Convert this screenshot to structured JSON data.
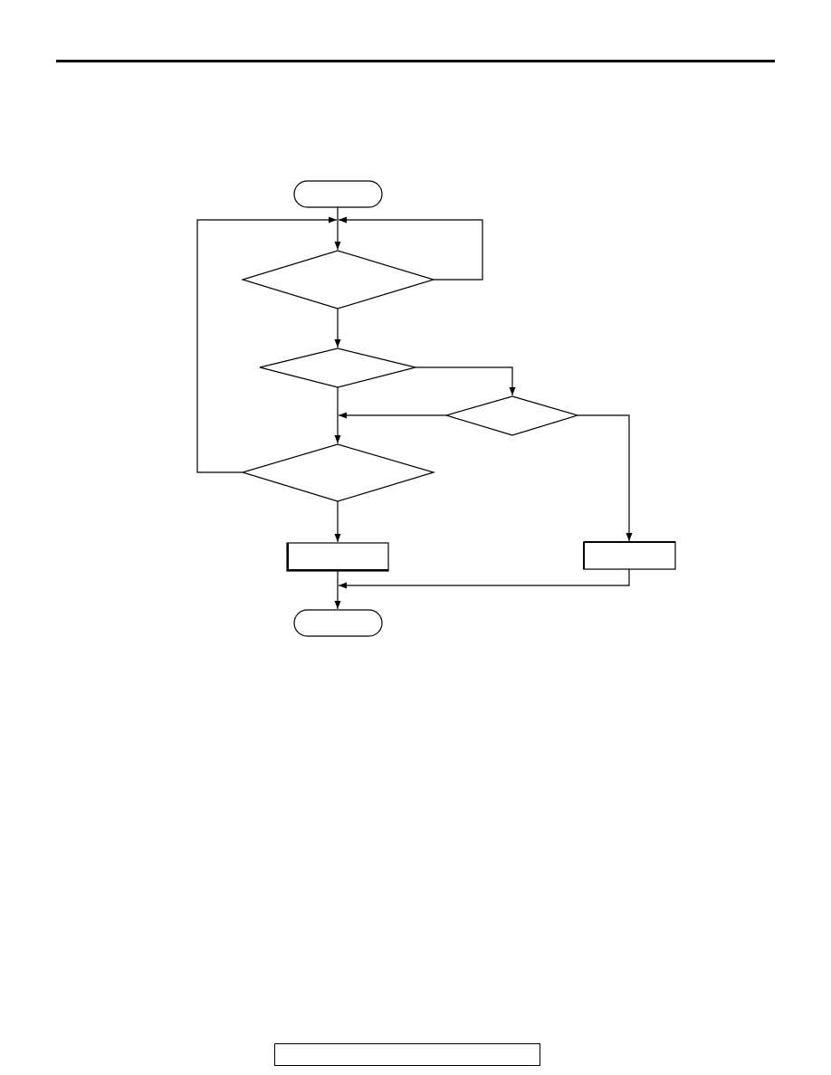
{
  "page": {
    "header_title": "",
    "footer_text": ""
  },
  "flowchart": {
    "nodes": [
      {
        "id": "start",
        "shape": "terminator",
        "label": ""
      },
      {
        "id": "decision-1",
        "shape": "decision",
        "label": ""
      },
      {
        "id": "decision-2",
        "shape": "decision",
        "label": ""
      },
      {
        "id": "decision-3",
        "shape": "decision",
        "label": ""
      },
      {
        "id": "decision-4",
        "shape": "decision",
        "label": ""
      },
      {
        "id": "process-left",
        "shape": "process",
        "label": ""
      },
      {
        "id": "process-right",
        "shape": "process",
        "label": ""
      },
      {
        "id": "end",
        "shape": "terminator",
        "label": ""
      }
    ],
    "edges": [
      {
        "from": "start",
        "to": "decision-1"
      },
      {
        "from": "decision-1",
        "to": "decision-1",
        "kind": "loop-right"
      },
      {
        "from": "decision-1",
        "to": "decision-2"
      },
      {
        "from": "decision-2",
        "to": "decision-3"
      },
      {
        "from": "decision-3",
        "to": "decision-4"
      },
      {
        "from": "decision-3",
        "to": "process-right"
      },
      {
        "from": "decision-2",
        "to": "decision-4"
      },
      {
        "from": "decision-4",
        "to": "decision-1",
        "kind": "loop-left"
      },
      {
        "from": "decision-4",
        "to": "process-left"
      },
      {
        "from": "process-left",
        "to": "end"
      },
      {
        "from": "process-right",
        "to": "end"
      }
    ]
  }
}
